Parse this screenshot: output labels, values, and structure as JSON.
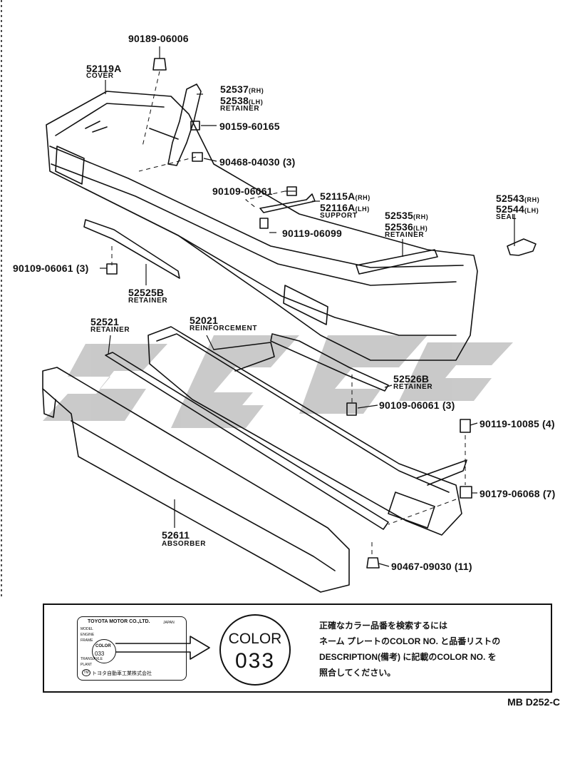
{
  "parts": [
    {
      "id": "p-90189",
      "number": "90189-06006",
      "sub": ""
    },
    {
      "id": "p-52119a",
      "number": "52119A",
      "sub": "COVER"
    },
    {
      "id": "p-52537",
      "number": "52537",
      "side": "(RH)",
      "sub": ""
    },
    {
      "id": "p-52538",
      "number": "52538",
      "side": "(LH)",
      "sub": "RETAINER"
    },
    {
      "id": "p-90159",
      "number": "90159-60165",
      "sub": ""
    },
    {
      "id": "p-90468",
      "number": "90468-04030 (3)",
      "sub": ""
    },
    {
      "id": "p-90109a",
      "number": "90109-06061",
      "sub": ""
    },
    {
      "id": "p-52115a",
      "number": "52115A",
      "side": "(RH)",
      "sub": ""
    },
    {
      "id": "p-52116a",
      "number": "52116A",
      "side": "(LH)",
      "sub": "SUPPORT"
    },
    {
      "id": "p-52543",
      "number": "52543",
      "side": "(RH)",
      "sub": ""
    },
    {
      "id": "p-52544",
      "number": "52544",
      "side": "(LH)",
      "sub": "SEAL"
    },
    {
      "id": "p-52535",
      "number": "52535",
      "side": "(RH)",
      "sub": ""
    },
    {
      "id": "p-52536",
      "number": "52536",
      "side": "(LH)",
      "sub": "RETAINER"
    },
    {
      "id": "p-90119a",
      "number": "90119-06099",
      "sub": ""
    },
    {
      "id": "p-90109b",
      "number": "90109-06061 (3)",
      "sub": ""
    },
    {
      "id": "p-52525b",
      "number": "52525B",
      "sub": "RETAINER"
    },
    {
      "id": "p-52521",
      "number": "52521",
      "sub": "RETAINER"
    },
    {
      "id": "p-52021",
      "number": "52021",
      "sub": "REINFORCEMENT"
    },
    {
      "id": "p-52526b",
      "number": "52526B",
      "sub": "RETAINER"
    },
    {
      "id": "p-90109c",
      "number": "90109-06061 (3)",
      "sub": ""
    },
    {
      "id": "p-90119b",
      "number": "90119-10085 (4)",
      "sub": ""
    },
    {
      "id": "p-90179",
      "number": "90179-06068 (7)",
      "sub": ""
    },
    {
      "id": "p-52611",
      "number": "52611",
      "sub": "ABSORBER"
    },
    {
      "id": "p-90467",
      "number": "90467-09030 (11)",
      "sub": ""
    }
  ],
  "note": {
    "plate": {
      "maker": "TOYOTA MOTOR CO.,LTD.",
      "country": "JAPAN",
      "rows": [
        "MODEL",
        "ENGINE",
        "FRAME",
        "",
        "TRANS/AXLE",
        "PLANT"
      ],
      "color_word": "COLOR",
      "color_code": "033",
      "maker_jp": "トヨタ自動車工業株式会社",
      "logo": "TM"
    },
    "color_word": "COLOR",
    "color_code": "033",
    "text_lines": [
      "正確なカラー品番を検索するには",
      "ネーム プレートのCOLOR NO. と品番リストの",
      "DESCRIPTION(備考) に記載のCOLOR NO. を",
      "照合してください。"
    ]
  },
  "reference": "MB D252-C",
  "colors": {
    "ink": "#111111",
    "watermark": "#bdbdbd"
  }
}
